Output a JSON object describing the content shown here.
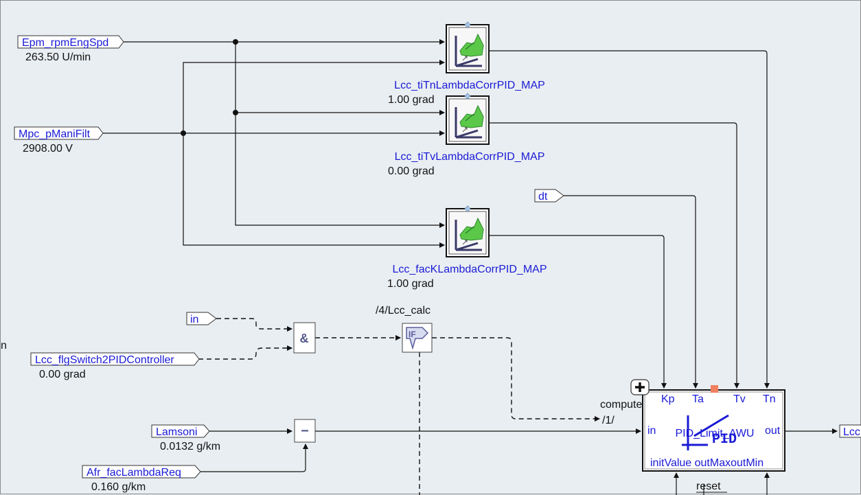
{
  "inputs": {
    "epm": {
      "name": "Epm_rpmEngSpd",
      "value": "263.50 U/min"
    },
    "mpc": {
      "name": "Mpc_pManiFilt",
      "value": "2908.00 V"
    },
    "dt": {
      "name": "dt"
    },
    "in": {
      "name": "in"
    },
    "flg": {
      "name": "Lcc_flgSwitch2PIDController",
      "value": "0.00 grad"
    },
    "lamsoni": {
      "name": "Lamsoni",
      "value": "0.0132 g/km"
    },
    "afr": {
      "name": "Afr_facLambdaReq",
      "value": "0.160 g/km"
    }
  },
  "maps": [
    {
      "name": "Lcc_tiTnLambdaCorrPID_MAP",
      "value": "1.00 grad"
    },
    {
      "name": "Lcc_tiTvLambdaCorrPID_MAP",
      "value": "0.00 grad"
    },
    {
      "name": "Lcc_facKLambdaCorrPID_MAP",
      "value": "1.00 grad"
    }
  ],
  "blocks": {
    "and_symbol": "&",
    "if_label": "/4/Lcc_calc",
    "if_symbol": "IF",
    "minus_symbol": "−"
  },
  "pid": {
    "title": "PID_Limit_AWU",
    "logo": "PID",
    "ports_top": [
      "Kp",
      "Ta",
      "Tv",
      "Tn"
    ],
    "port_in": "in",
    "port_out": "out",
    "ports_bottom": "initValue outMaxoutMin",
    "compute_label": "compute",
    "compute_seq": "/1/",
    "reset_label": "reset",
    "expand_symbol": "+"
  },
  "output": {
    "name": "Lcc"
  },
  "edge_fragment": "n"
}
